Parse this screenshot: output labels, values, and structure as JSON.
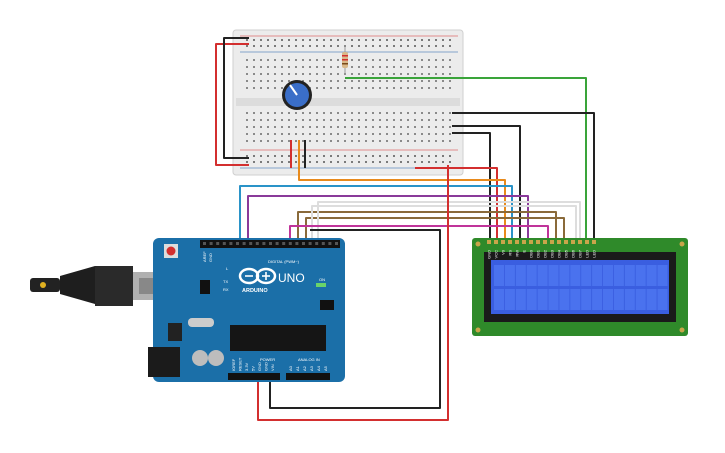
{
  "board": {
    "uno_label": "UNO",
    "arduino_label": "ARDUINO",
    "digital_label": "DIGITAL (PWM~)",
    "power_label": "POWER",
    "analog_label": "ANALOG IN",
    "on_label": "ON",
    "tx_label": "TX",
    "rx_label": "RX",
    "l_label": "L",
    "aref_label": "AREF",
    "gnd_label": "GND",
    "power_pins": [
      "IOREF",
      "RESET",
      "3.3V",
      "5V",
      "GND",
      "GND",
      "VIN"
    ],
    "analog_pins": [
      "A0",
      "A1",
      "A2",
      "A3",
      "A4",
      "A5"
    ]
  },
  "lcd": {
    "pin_labels": [
      "GND",
      "VCC",
      "V0",
      "RS",
      "RW",
      "E",
      "DB0",
      "DB1",
      "DB2",
      "DB3",
      "DB4",
      "DB5",
      "DB6",
      "DB7",
      "LED",
      "LED"
    ]
  },
  "colors": {
    "board_blue": "#1b6fa8",
    "lcd_green": "#2f8a2a",
    "lcd_screen": "#3a5ee0",
    "breadboard": "#e8e8e8",
    "wire_red": "#d32f2f",
    "wire_black": "#222222",
    "wire_green": "#3aa43a",
    "wire_orange": "#e88a1c",
    "wire_blue": "#2a93c8",
    "wire_purple": "#8a3a9a",
    "wire_brown": "#8a6a3a",
    "wire_white": "#dddddd",
    "wire_magenta": "#c0349a"
  }
}
